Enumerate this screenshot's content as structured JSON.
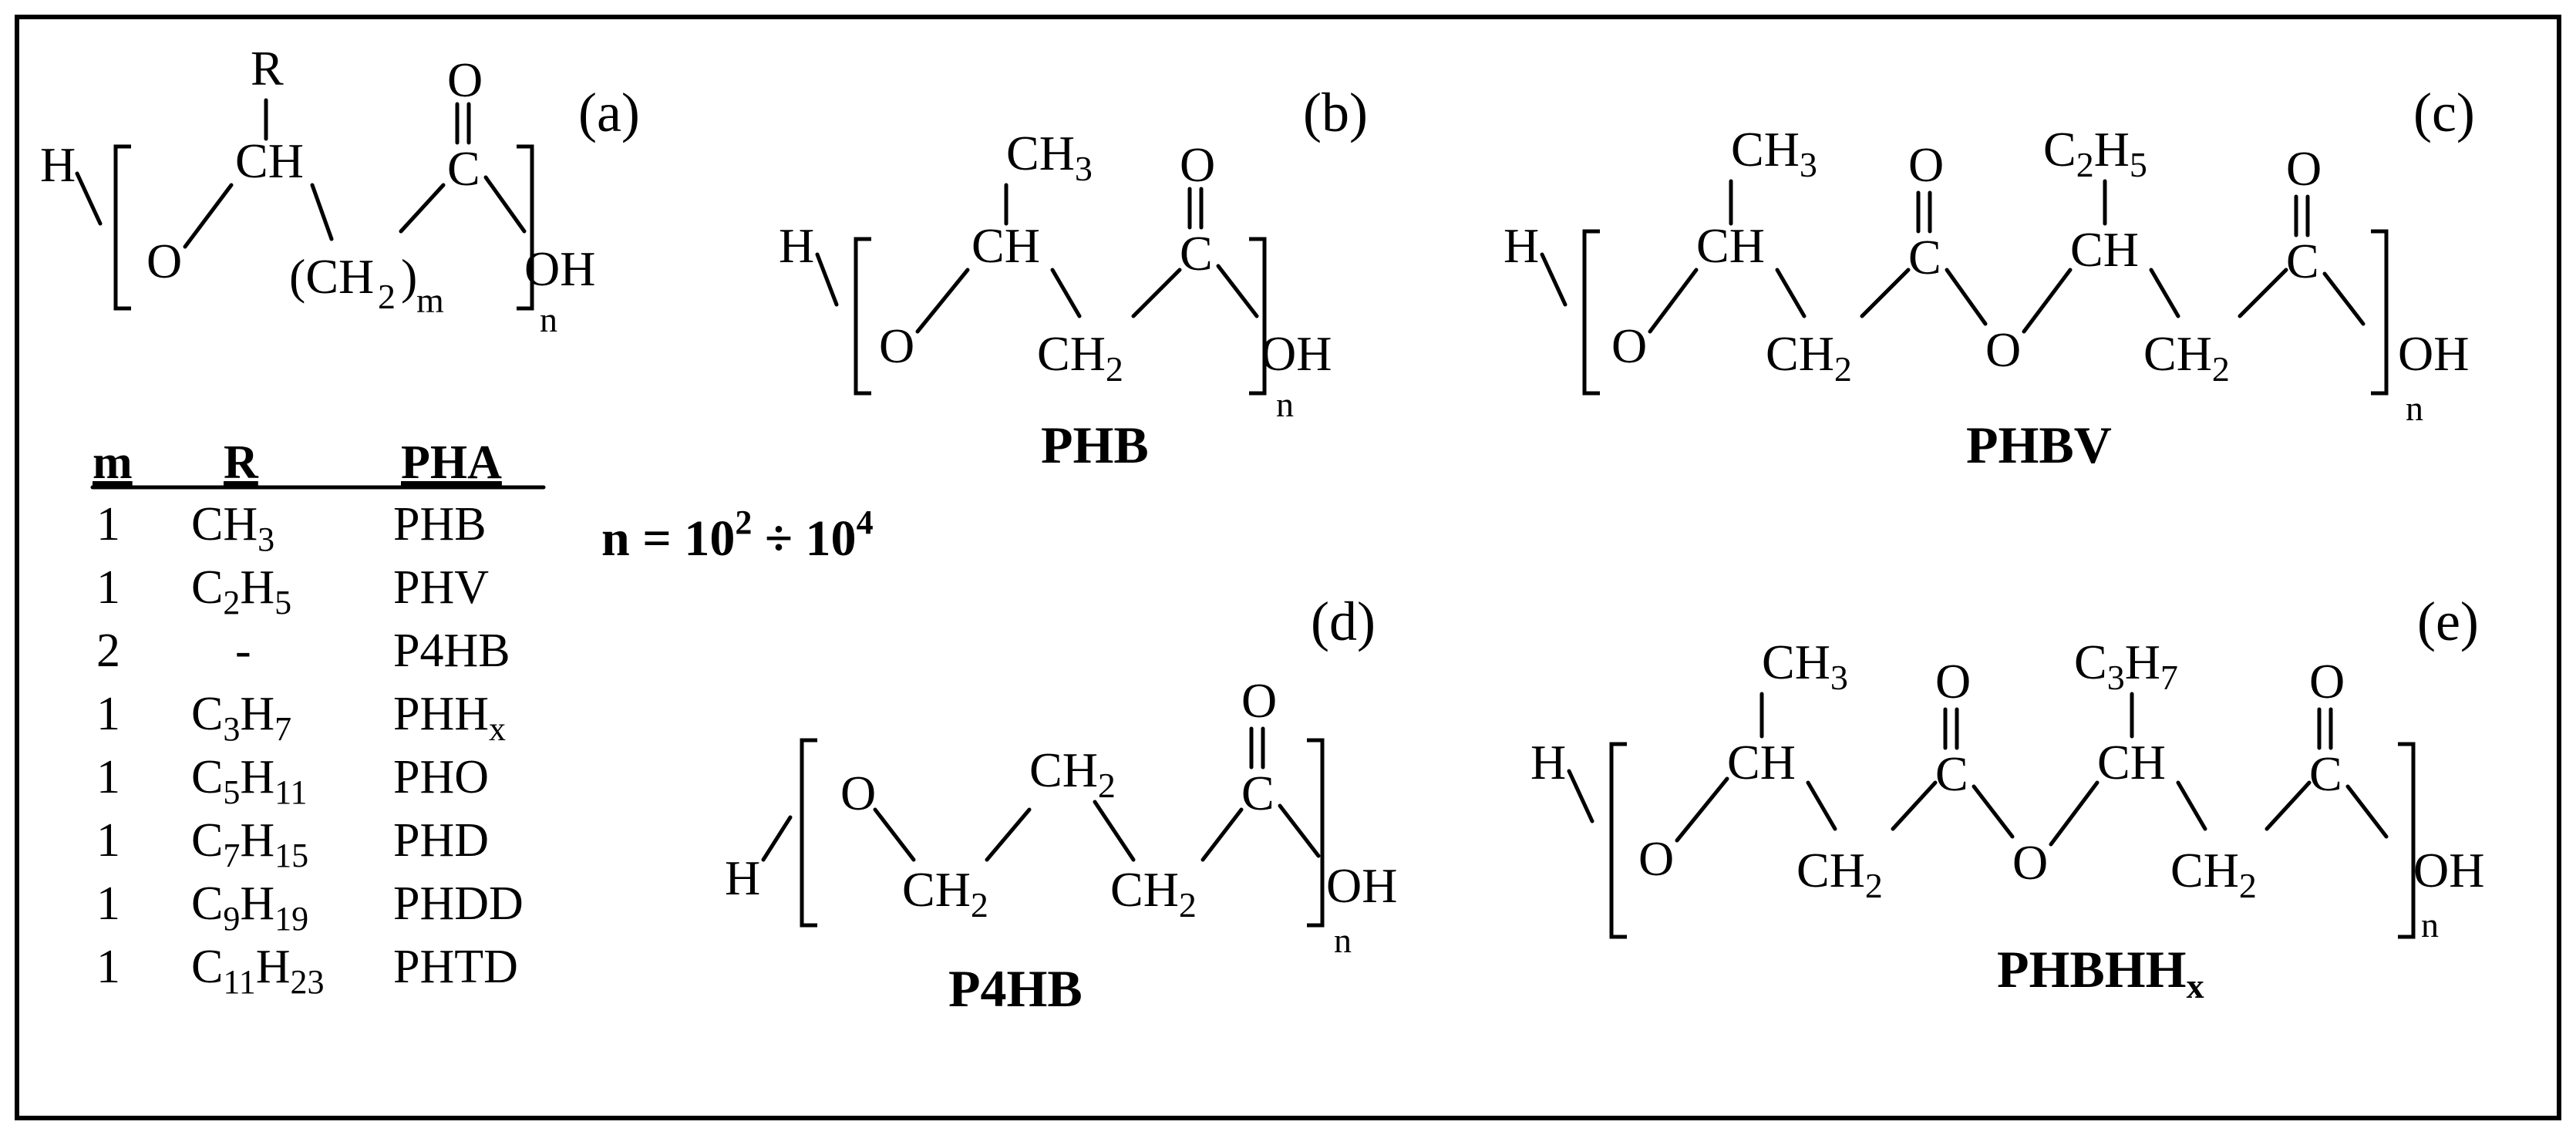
{
  "panels": {
    "a": {
      "label": "(a)",
      "structure": {
        "H": "H",
        "O": "O",
        "CH": "CH",
        "R": "R",
        "C": "C",
        "O_dbl": "O",
        "OH": "OH",
        "CH2_open": "(CH",
        "CH2_sub": "2",
        "CH2_close": ")",
        "m": "m",
        "n": "n"
      },
      "table": {
        "headers": [
          "m",
          "R",
          "PHA"
        ],
        "rows": [
          {
            "m": "1",
            "R_main": "CH",
            "R_sub": "3",
            "R_main2": "",
            "R_sub2": "",
            "pha": "PHB",
            "pha_sub": ""
          },
          {
            "m": "1",
            "R_main": "C",
            "R_sub": "2",
            "R_main2": "H",
            "R_sub2": "5",
            "pha": "PHV",
            "pha_sub": ""
          },
          {
            "m": "2",
            "R_main": "-",
            "R_sub": "",
            "R_main2": "",
            "R_sub2": "",
            "pha": "P4HB",
            "pha_sub": ""
          },
          {
            "m": "1",
            "R_main": "C",
            "R_sub": "3",
            "R_main2": "H",
            "R_sub2": "7",
            "pha": "PHH",
            "pha_sub": "x"
          },
          {
            "m": "1",
            "R_main": "C",
            "R_sub": "5",
            "R_main2": "H",
            "R_sub2": "11",
            "pha": "PHO",
            "pha_sub": ""
          },
          {
            "m": "1",
            "R_main": "C",
            "R_sub": "7",
            "R_main2": "H",
            "R_sub2": "15",
            "pha": "PHD",
            "pha_sub": ""
          },
          {
            "m": "1",
            "R_main": "C",
            "R_sub": "9",
            "R_main2": "H",
            "R_sub2": "19",
            "pha": "PHDD",
            "pha_sub": ""
          },
          {
            "m": "1",
            "R_main": "C",
            "R_sub": "11",
            "R_main2": "H",
            "R_sub2": "23",
            "pha": "PHTD",
            "pha_sub": ""
          }
        ]
      }
    },
    "b": {
      "label": "(b)",
      "name": "PHB",
      "atoms": {
        "H": "H",
        "O": "O",
        "CH": "CH",
        "CH3": "CH",
        "CH3_sub": "3",
        "CH2": "CH",
        "CH2_sub": "2",
        "C": "C",
        "O_dbl": "O",
        "OH": "OH",
        "n": "n"
      }
    },
    "c": {
      "label": "(c)",
      "name": "PHBV",
      "atoms": {
        "H": "H",
        "O1": "O",
        "CH1": "CH",
        "CH3": "CH",
        "CH3_sub": "3",
        "CH2a": "CH",
        "CH2a_sub": "2",
        "C1": "C",
        "O_dbl1": "O",
        "O2": "O",
        "CH2": "CH",
        "C2H5_C": "C",
        "C2H5_sub1": "2",
        "C2H5_H": "H",
        "C2H5_sub2": "5",
        "CH2b": "CH",
        "CH2b_sub": "2",
        "C2": "C",
        "O_dbl2": "O",
        "OH": "OH",
        "n": "n"
      }
    },
    "d": {
      "label": "(d)",
      "name": "P4HB",
      "atoms": {
        "H": "H",
        "O": "O",
        "CH2a": "CH",
        "CH2a_sub": "2",
        "CH2b": "CH",
        "CH2b_sub": "2",
        "CH2c": "CH",
        "CH2c_sub": "2",
        "C": "C",
        "O_dbl": "O",
        "OH": "OH",
        "n": "n"
      }
    },
    "e": {
      "label": "(e)",
      "name": "PHBHH",
      "name_sub": "x",
      "atoms": {
        "H": "H",
        "O1": "O",
        "CH1": "CH",
        "CH3": "CH",
        "CH3_sub": "3",
        "CH2a": "CH",
        "CH2a_sub": "2",
        "C1": "C",
        "O_dbl1": "O",
        "O2": "O",
        "CH2": "CH",
        "C3H7_C": "C",
        "C3H7_sub1": "3",
        "C3H7_H": "H",
        "C3H7_sub2": "7",
        "CH2b": "CH",
        "CH2b_sub": "2",
        "C2": "C",
        "O_dbl2": "O",
        "OH": "OH",
        "n": "n"
      }
    }
  },
  "formula": {
    "prefix": "n = 10",
    "exp1": "2",
    "mid": " ÷ 10",
    "exp2": "4"
  }
}
